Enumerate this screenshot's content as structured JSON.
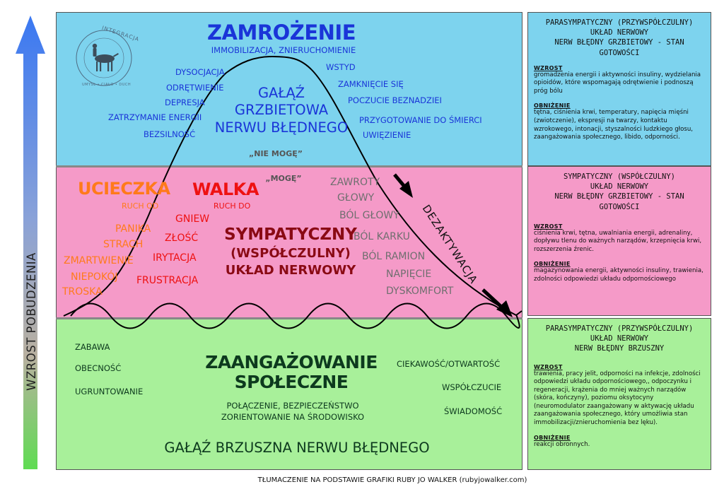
{
  "axis": {
    "label": "WZROST POBUDZENIA"
  },
  "logo": {
    "text": "INTEGRACJA",
    "tagline": "UMYSŁ • CIAŁO • DUCH"
  },
  "zamrozenie": {
    "title": "ZAMROŻENIE",
    "subtitle": "IMMOBILIZACJA, ZNIERUCHOMIENIE",
    "left_items": [
      "DYSOCJACJA",
      "ODRĘTWIENIE",
      "DEPRESJA",
      "ZATRZYMANIE ENERGII",
      "BEZSILNOŚĆ"
    ],
    "right_items": [
      "WSTYD",
      "ZAMKNIĘCIE SIĘ",
      "POCZUCIE BEZNADZIEI",
      "PRZYGOTOWANIE DO ŚMIERCI",
      "UWIĘZIENIE"
    ],
    "branch_lines": [
      "GAŁĄŹ",
      "GRZBIETOWA",
      "NERWU BŁĘDNEGO"
    ],
    "nie_moge": "„NIE MOGĘ”"
  },
  "sympathetic": {
    "moge": "„MOGĘ”",
    "ucieczka": {
      "title": "UCIECZKA",
      "sub": "RUCH OD",
      "items": [
        "PANIKA",
        "STRACH",
        "ZMARTWIENIE",
        "NIEPOKÓJ",
        "TROSKA"
      ]
    },
    "walka": {
      "title": "WALKA",
      "sub": "RUCH DO",
      "items": [
        "GNIEW",
        "ZŁOŚĆ",
        "IRYTACJA",
        "FRUSTRACJA"
      ]
    },
    "center_lines": [
      "SYMPATYCZNY",
      "(WSPÓŁCZULNY)",
      "UKŁAD NERWOWY"
    ],
    "right_items": [
      "ZAWROTY",
      "GŁOWY",
      "BÓL GŁOWY",
      "BÓL KARKU",
      "BÓL RAMION",
      "NAPIĘCIE",
      "DYSKOMFORT"
    ],
    "dezaktywacja": "DEZAKTYWACJA"
  },
  "social": {
    "title_lines": [
      "ZAANGAŻOWANIE",
      "SPOŁECZNE"
    ],
    "sub_lines": [
      "POŁĄCZENIE, BEZPIECZEŃSTWO",
      "ZORIENTOWANIE NA ŚRODOWISKO"
    ],
    "left_items": [
      "ZABAWA",
      "OBECNOŚĆ",
      "UGRUNTOWANIE"
    ],
    "right_items": [
      "CIEKAWOŚĆ/OTWARTOŚĆ",
      "WSPÓŁCZUCIE",
      "ŚWIADOMOŚĆ"
    ],
    "branch": "GAŁĄŹ BRZUSZNA NERWU BŁĘDNEGO"
  },
  "panels": {
    "top": {
      "header": [
        "PARASYMPATYCZNY (PRZYWSPÓŁCZULNY)",
        "UKŁAD NERWOWY",
        "NERW BŁĘDNY GRZBIETOWY - STAN GOTOWOŚCI"
      ],
      "wzrost_label": "WZROST",
      "wzrost_text": "gromadzenia energii i aktywności insuliny, wydzielania opioidów, które wspomagają odrętwienie i podnoszą próg bólu",
      "obnizenie_label": "OBNIŻENIE",
      "obnizenie_text": "tętna, ciśnienia krwi, temperatury, napięcia mięśni (zwiotczenie), ekspresji na twarzy, kontaktu wzrokowego, intonacji, styszalności ludzkiego głosu, zaangażowania społecznego, libido, odporności."
    },
    "mid": {
      "header": [
        "SYMPATYCZNY (WSPÓŁCZULNY)",
        "UKŁAD NERWOWY",
        "NERW BŁĘDNY GRZBIETOWY - STAN GOTOWOŚCI"
      ],
      "wzrost_label": "WZROST",
      "wzrost_text": "ciśnienia krwi, tętna, uwalniania energii, adrenaliny, dopływu tlenu do ważnych narządów, krzepnięcia krwi, rozszerzenia źrenic.",
      "obnizenie_label": "OBNIŻENIE",
      "obnizenie_text": "magazynowania energii, aktywności insuliny, trawienia, zdolności odpowiedzi układu odpornościowego"
    },
    "bot": {
      "header": [
        "PARASYMPATYCZNY (PRZYWSPÓŁCZULNY)",
        "UKŁAD NERWOWY",
        "NERW BŁĘDNY BRZUSZNY"
      ],
      "wzrost_label": "WZROST",
      "wzrost_text": "trawienia, pracy jelit, odporności na infekcje, zdolności odpowiedzi układu odpornościowego,, odpoczynku i regeneracji, krążenia do mniej ważnych narządów (skóra, kończyny), poziomu oksytocyny (neuromodulator zaangażowany w aktywację układu zaangażowania społecznego, który umożliwia stan immobilizacji/znieruchomienia bez lęku).",
      "obnizenie_label": "OBNIŻENIE",
      "obnizenie_text": "reakcji obronnych."
    }
  },
  "footer": "TŁUMACZENIE NA PODSTAWIE GRAFIKI RUBY JO WALKER (rubyjowalker.com)",
  "colors": {
    "blue_zone": "#7dd3ee",
    "pink_zone": "#f59ac8",
    "green_zone": "#a8f09a",
    "title_blue": "#1a35d8",
    "orange": "#ff7a1a",
    "red": "#ee1111",
    "dark_red": "#8a0a14",
    "gray": "#6f6f6f",
    "dark_green": "#0d3a1e"
  }
}
